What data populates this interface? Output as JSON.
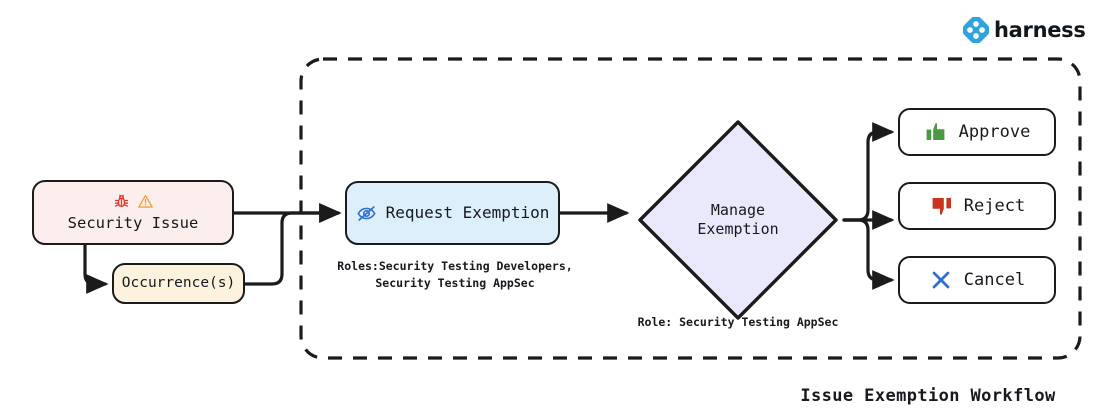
{
  "brand": {
    "name": "harness",
    "logo_icon": "harness-logo-icon",
    "accent_color": "#2ea3e0"
  },
  "workflow": {
    "title": "Issue Exemption Workflow",
    "container": "dashed-boundary"
  },
  "nodes": {
    "security_issue": {
      "label": "Security Issue",
      "fill": "#fdeeee",
      "icons": [
        "bug-icon",
        "warning-triangle-icon"
      ],
      "bug_color": "#e03a2f",
      "warning_color": "#f0a33a"
    },
    "occurrences": {
      "label": "Occurrence(s)",
      "fill": "#fdf2dd"
    },
    "request_exemption": {
      "label": "Request Exemption",
      "fill": "#ddeffb",
      "icon": "eye-off-icon",
      "icon_color": "#2f6fd0",
      "caption": "Roles:Security Testing Developers,\nSecurity Testing AppSec"
    },
    "manage_exemption": {
      "label": "Manage\nExemption",
      "fill": "#eae8fb",
      "caption": "Role: Security Testing AppSec"
    },
    "approve": {
      "label": "Approve",
      "fill": "#ffffff",
      "icon": "thumbs-up-icon",
      "icon_color": "#4b9a43"
    },
    "reject": {
      "label": "Reject",
      "fill": "#ffffff",
      "icon": "thumbs-down-icon",
      "icon_color": "#cc331f"
    },
    "cancel": {
      "label": "Cancel",
      "fill": "#ffffff",
      "icon": "close-x-icon",
      "icon_color": "#2f6fd0"
    }
  },
  "edges": [
    {
      "from": "security_issue",
      "to": "request_exemption"
    },
    {
      "from": "security_issue",
      "to": "occurrences"
    },
    {
      "from": "occurrences",
      "to": "request_exemption"
    },
    {
      "from": "request_exemption",
      "to": "manage_exemption"
    },
    {
      "from": "manage_exemption",
      "to": "approve"
    },
    {
      "from": "manage_exemption",
      "to": "reject"
    },
    {
      "from": "manage_exemption",
      "to": "cancel"
    }
  ]
}
